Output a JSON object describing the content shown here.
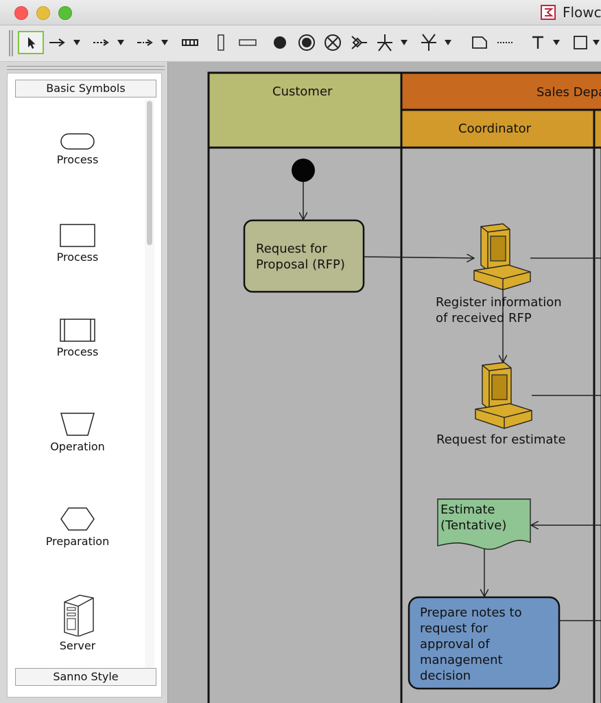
{
  "window": {
    "title": "Flowc"
  },
  "toolbar": {
    "tools": [
      {
        "name": "select-tool",
        "icon": "arrow-cursor-icon",
        "selected": true
      },
      {
        "name": "arrow-line-tool",
        "icon": "arrow-line-icon"
      },
      {
        "name": "dashed-arrow-tool",
        "icon": "dashed-arrow-icon"
      },
      {
        "name": "dash-dot-arrow-tool",
        "icon": "dash-dot-arrow-icon"
      },
      {
        "name": "fork-bar-tool",
        "icon": "fork-bar-icon"
      },
      {
        "name": "vertical-lane-tool",
        "icon": "vertical-lane-icon"
      },
      {
        "name": "horizontal-lane-tool",
        "icon": "horizontal-lane-icon"
      },
      {
        "name": "initial-node-tool",
        "icon": "filled-circle-icon"
      },
      {
        "name": "final-node-tool",
        "icon": "bullseye-icon"
      },
      {
        "name": "flow-final-tool",
        "icon": "circle-x-icon"
      },
      {
        "name": "merge-tool",
        "icon": "merge-icon"
      },
      {
        "name": "branch-tool",
        "icon": "branch-icon"
      },
      {
        "name": "join-tool",
        "icon": "join-icon"
      },
      {
        "name": "note-tool",
        "icon": "note-icon"
      },
      {
        "name": "dotted-line-tool",
        "icon": "dotted-line-icon"
      },
      {
        "name": "text-tool",
        "icon": "text-icon",
        "glyph": "T"
      },
      {
        "name": "rectangle-tool",
        "icon": "rectangle-icon"
      }
    ]
  },
  "palette": {
    "header": "Basic Symbols",
    "footer": "Sanno Style",
    "items": [
      {
        "label": "Process",
        "icon": "rounded-process-icon"
      },
      {
        "label": "Process",
        "icon": "rect-process-icon"
      },
      {
        "label": "Process",
        "icon": "predefined-process-icon"
      },
      {
        "label": "Operation",
        "icon": "trapezoid-operation-icon"
      },
      {
        "label": "Preparation",
        "icon": "hexagon-preparation-icon"
      },
      {
        "label": "Server",
        "icon": "server-icon"
      }
    ]
  },
  "diagram": {
    "lanes": {
      "customer": "Customer",
      "department": "Sales Depa",
      "coordinator": "Coordinator"
    },
    "nodes": {
      "rfp": [
        "Request for",
        "Proposal (RFP)"
      ],
      "register": [
        "Register information",
        "of received RFP"
      ],
      "request_estimate": [
        "Request for estimate"
      ],
      "estimate_doc": [
        "Estimate",
        "(Tentative)"
      ],
      "prepare_notes": [
        "Prepare notes to",
        "request for",
        "approval of",
        "management",
        "decision"
      ]
    },
    "colors": {
      "customer_header": "#b8bb72",
      "department_header": "#c7691e",
      "coordinator_header": "#d19a2a",
      "rfp_fill": "#b7b98e",
      "estimate_fill": "#8fc493",
      "prepare_fill": "#6e94c3",
      "computer_fill": "#d9ac2d"
    }
  }
}
